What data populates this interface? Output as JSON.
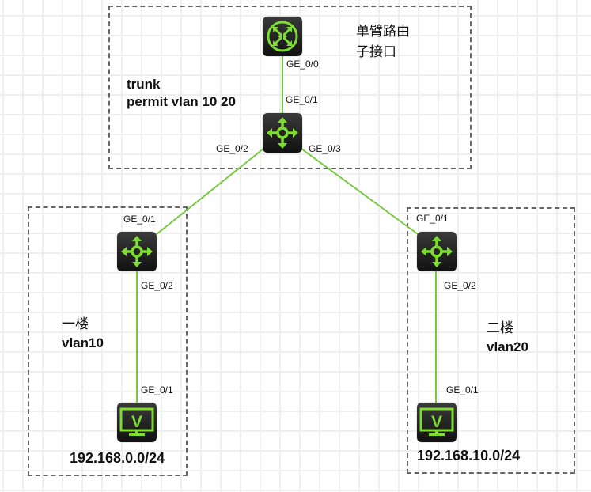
{
  "colors": {
    "link": "#7ac943",
    "icon_green": "#7ddc2f",
    "zone_border": "#666666",
    "device_bg": "#1e1e1e"
  },
  "core_zone": {
    "notes": {
      "router_line1": "单臂路由",
      "router_line2": "子接口",
      "trunk_line1": "trunk",
      "trunk_line2": "permit vlan 10 20"
    }
  },
  "devices": {
    "router": {
      "icon": "router-icon",
      "port_down": "GE_0/0"
    },
    "core_switch": {
      "icon": "switch-icon",
      "port_up": "GE_0/1",
      "port_left": "GE_0/2",
      "port_right": "GE_0/3"
    },
    "switch_floor1": {
      "icon": "switch-icon",
      "port_up": "GE_0/1",
      "port_down": "GE_0/2"
    },
    "switch_floor2": {
      "icon": "switch-icon",
      "port_up": "GE_0/1",
      "port_down": "GE_0/2"
    },
    "pc_floor1": {
      "icon": "vpc-monitor-icon",
      "port_up": "GE_0/1",
      "glyph": "V"
    },
    "pc_floor2": {
      "icon": "vpc-monitor-icon",
      "port_up": "GE_0/1",
      "glyph": "V"
    }
  },
  "floor1": {
    "name": "一楼",
    "vlan": "vlan10",
    "subnet": "192.168.0.0/24"
  },
  "floor2": {
    "name": "二楼",
    "vlan": "vlan20",
    "subnet": "192.168.10.0/24"
  }
}
